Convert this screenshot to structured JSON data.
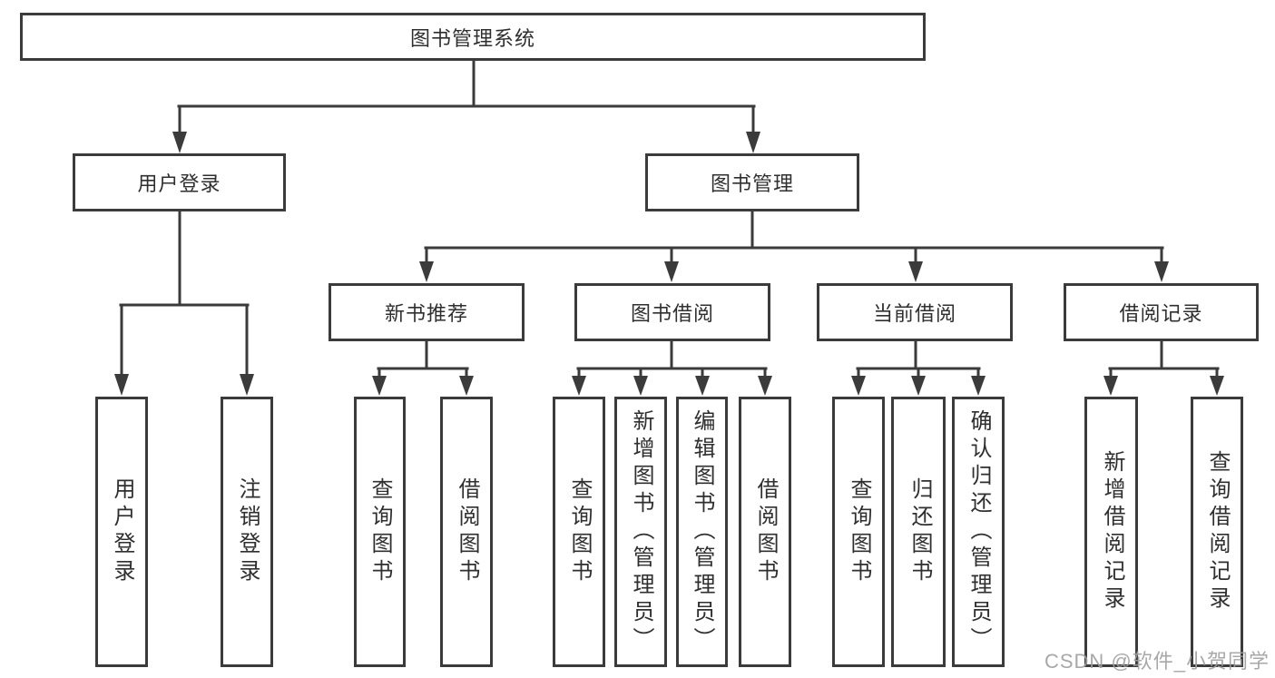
{
  "colors": {
    "line": "#3b3b3b",
    "text": "#2f2f2f",
    "background": "#ffffff",
    "watermark": "#9e9e9e"
  },
  "tree": {
    "root": {
      "label": "图书管理系统"
    },
    "level2": [
      {
        "label": "用户登录",
        "children": [
          {
            "label": "用户登录"
          },
          {
            "label": "注销登录"
          }
        ]
      },
      {
        "label": "图书管理",
        "children": [
          {
            "label": "新书推荐",
            "children": [
              {
                "label": "查询图书"
              },
              {
                "label": "借阅图书"
              }
            ]
          },
          {
            "label": "图书借阅",
            "children": [
              {
                "label": "查询图书"
              },
              {
                "label": "新增图书（管理员）"
              },
              {
                "label": "编辑图书（管理员）"
              },
              {
                "label": "借阅图书"
              }
            ]
          },
          {
            "label": "当前借阅",
            "children": [
              {
                "label": "查询图书"
              },
              {
                "label": "归还图书"
              },
              {
                "label": "确认归还（管理员）"
              }
            ]
          },
          {
            "label": "借阅记录",
            "children": [
              {
                "label": "新增借阅记录"
              },
              {
                "label": "查询借阅记录"
              }
            ]
          }
        ]
      }
    ]
  },
  "watermark": {
    "text": "CSDN @软件_小贺同学"
  }
}
